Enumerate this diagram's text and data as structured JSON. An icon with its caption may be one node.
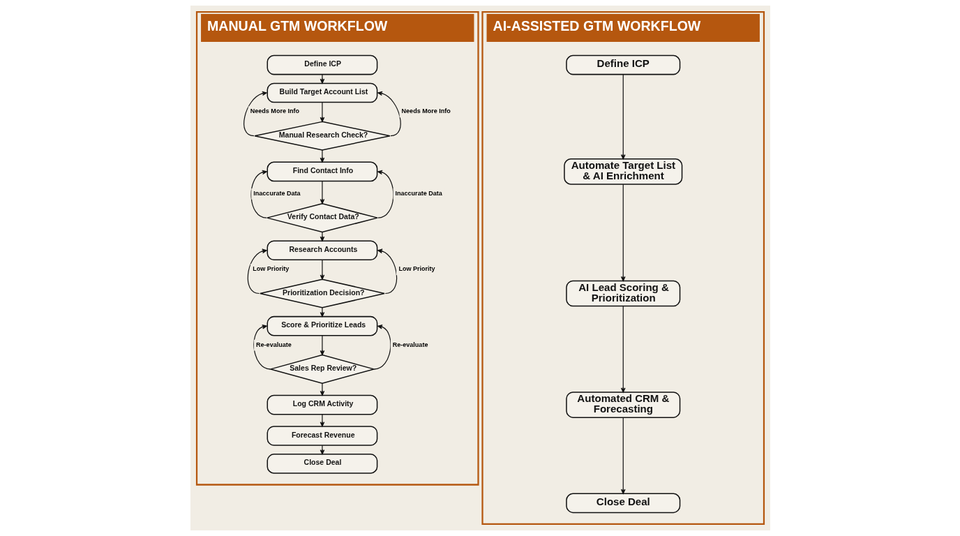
{
  "diagram": {
    "nodes": [
      {
        "text": [
          "MANUAL GTM WORKFLOW"
        ]
      },
      {
        "text": [
          "Define ICP"
        ],
        "in": 0
      },
      {
        "text": [
          "Build Target Account List"
        ],
        "in": 0
      },
      {
        "text": [
          "Manual Research Check?"
        ],
        "in": 0
      },
      {
        "text": [
          "Find Contact Info"
        ],
        "in": 0
      },
      {
        "text": [
          "Verify Contact Data?"
        ],
        "in": 0
      },
      {
        "text": [
          "Research Accounts"
        ],
        "in": 0
      },
      {
        "text": [
          "Prioritization Decision?"
        ],
        "in": 0
      },
      {
        "text": [
          "Score & Prioritize Leads"
        ],
        "in": 0
      },
      {
        "text": [
          "Sales Rep Review?"
        ],
        "in": 0
      },
      {
        "text": [
          "Log CRM Activity"
        ],
        "in": 0
      },
      {
        "text": [
          "Forecast Revenue"
        ],
        "in": 0
      },
      {
        "text": [
          "Close Deal"
        ],
        "in": 0
      },
      {
        "text": [
          "AI-ASSISTED GTM WORKFLOW"
        ]
      },
      {
        "text": [
          "Define ICP"
        ],
        "in": 13
      },
      {
        "text": [
          "Automate Target List & AI Enrichment"
        ],
        "in": 13
      },
      {
        "text": [
          "AI Lead Scoring & Prioritization"
        ],
        "in": 13
      },
      {
        "text": [
          "Automated CRM & Forecasting"
        ],
        "in": 13
      },
      {
        "text": [
          "Close Deal"
        ],
        "in": 13
      }
    ],
    "edges": [
      {
        "from": 1,
        "to": 2,
        "arrow": "to"
      },
      {
        "from": 2,
        "to": 3,
        "arrow": "to"
      },
      {
        "from": 3,
        "to": 2,
        "arrow": "to",
        "label": "Needs More Info"
      },
      {
        "from": 3,
        "to": 2,
        "arrow": "to",
        "label": "Needs More Info"
      },
      {
        "from": 3,
        "to": 4,
        "arrow": "to"
      },
      {
        "from": 4,
        "to": 5,
        "arrow": "to"
      },
      {
        "from": 5,
        "to": 4,
        "arrow": "to",
        "label": "Inaccurate Data"
      },
      {
        "from": 5,
        "to": 4,
        "arrow": "to",
        "label": "Inaccurate Data"
      },
      {
        "from": 5,
        "to": 6,
        "arrow": "to"
      },
      {
        "from": 6,
        "to": 7,
        "arrow": "to"
      },
      {
        "from": 7,
        "to": 6,
        "arrow": "to",
        "label": "Low Priority"
      },
      {
        "from": 7,
        "to": 6,
        "arrow": "to",
        "label": "Low Priority"
      },
      {
        "from": 7,
        "to": 8,
        "arrow": "to"
      },
      {
        "from": 8,
        "to": 9,
        "arrow": "to"
      },
      {
        "from": 9,
        "to": 8,
        "arrow": "to",
        "label": "Re-evaluate"
      },
      {
        "from": 9,
        "to": 8,
        "arrow": "to",
        "label": "Re-evaluate"
      },
      {
        "from": 9,
        "to": 10,
        "arrow": "to"
      },
      {
        "from": 10,
        "to": 11,
        "arrow": "to"
      },
      {
        "from": 11,
        "to": 12,
        "arrow": "to"
      },
      {
        "from": 14,
        "to": 15,
        "arrow": "to"
      },
      {
        "from": 15,
        "to": 16,
        "arrow": "to"
      },
      {
        "from": 16,
        "to": 17,
        "arrow": "to"
      },
      {
        "from": 17,
        "to": 18,
        "arrow": "to"
      }
    ]
  }
}
